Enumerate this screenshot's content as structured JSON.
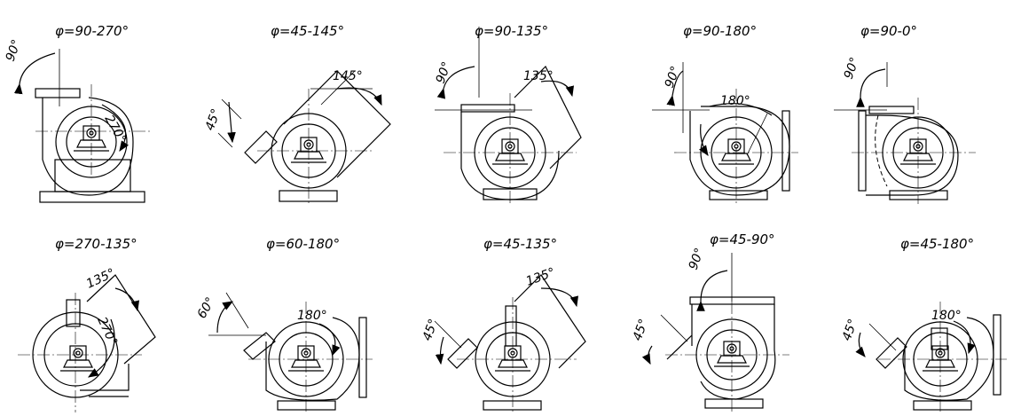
{
  "title": "",
  "variants": [
    {
      "label": "φ=90-270°",
      "a1": "90°",
      "a2": "270°"
    },
    {
      "label": "φ=45-145°",
      "a1": "45°",
      "a2": "145°"
    },
    {
      "label": "φ=90-135°",
      "a1": "90°",
      "a2": "135°"
    },
    {
      "label": "φ=90-180°",
      "a1": "90°",
      "a2": "180°"
    },
    {
      "label": "φ=90-0°",
      "a1": "90°",
      "a2": ""
    },
    {
      "label": "φ=270-135°",
      "a1": "135°",
      "a2": "270°"
    },
    {
      "label": "φ=60-180°",
      "a1": "60°",
      "a2": "180°"
    },
    {
      "label": "φ=45-135°",
      "a1": "45°",
      "a2": "135°"
    },
    {
      "label": "φ=45-90°",
      "a1": "90°",
      "a2": "45°"
    },
    {
      "label": "φ=45-180°",
      "a1": "45°",
      "a2": "180°"
    }
  ]
}
